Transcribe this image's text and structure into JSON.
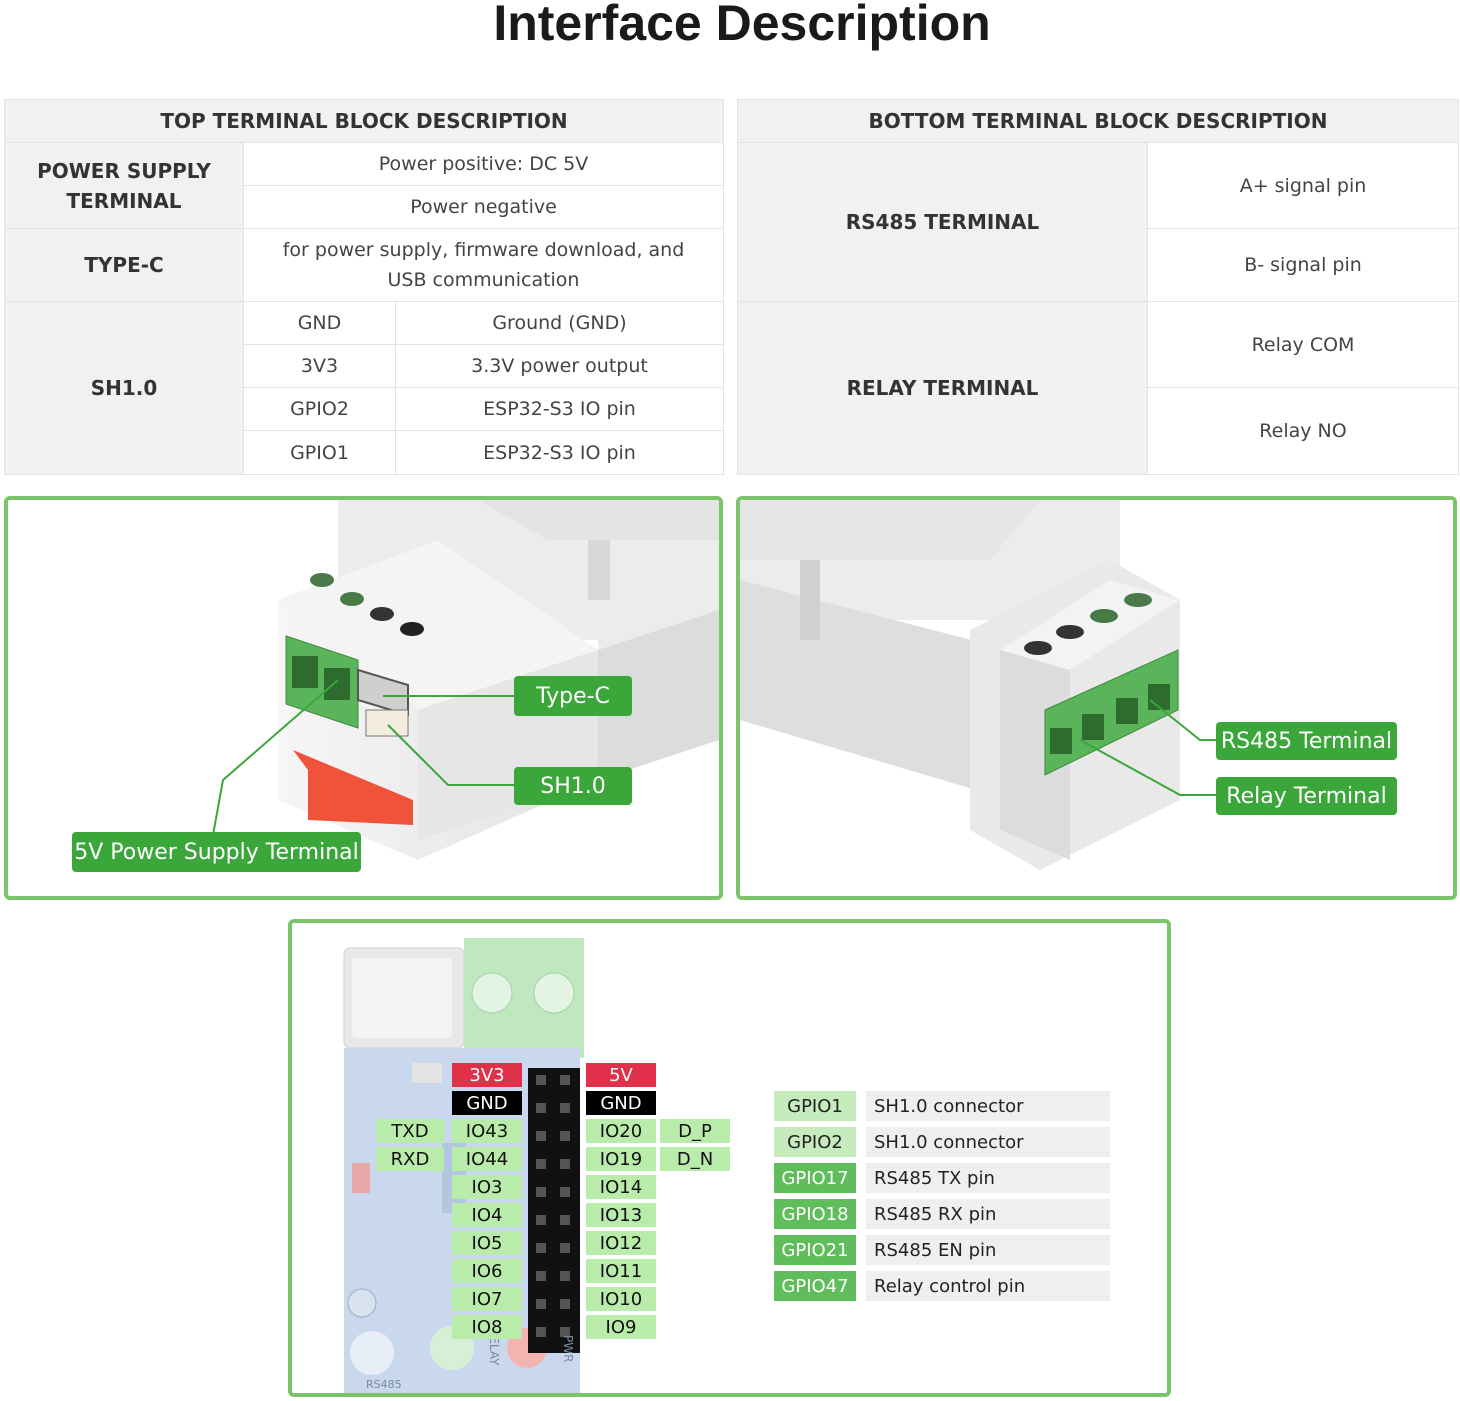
{
  "title": "Interface Description",
  "top_table": {
    "header": "TOP TERMINAL BLOCK DESCRIPTION",
    "power_label": "POWER SUPPLY TERMINAL",
    "power_positive": "Power positive: DC 5V",
    "power_negative": "Power negative",
    "typec_label": "TYPE-C",
    "typec_desc": "for power supply, firmware download, and USB communication",
    "sh_label": "SH1.0",
    "sh_rows": [
      {
        "pin": "GND",
        "desc": "Ground (GND)"
      },
      {
        "pin": "3V3",
        "desc": "3.3V power output"
      },
      {
        "pin": "GPIO2",
        "desc": "ESP32-S3 IO pin"
      },
      {
        "pin": "GPIO1",
        "desc": "ESP32-S3 IO pin"
      }
    ]
  },
  "bottom_table": {
    "header": "BOTTOM TERMINAL BLOCK DESCRIPTION",
    "rs485_label": "RS485 TERMINAL",
    "rs485_a": "A+ signal pin",
    "rs485_b": "B- signal pin",
    "relay_label": "RELAY TERMINAL",
    "relay_com": "Relay COM",
    "relay_no": "Relay NO"
  },
  "top_callouts": {
    "typec": "Type-C",
    "sh": "SH1.0",
    "power": "5V Power Supply Terminal"
  },
  "bottom_callouts": {
    "rs485": "RS485 Terminal",
    "relay": "Relay Terminal"
  },
  "pinout": {
    "left_func": [
      "TXD",
      "RXD"
    ],
    "left_pins": [
      "3V3",
      "GND",
      "IO43",
      "IO44",
      "IO3",
      "IO4",
      "IO5",
      "IO6",
      "IO7",
      "IO8"
    ],
    "right_pins": [
      "5V",
      "GND",
      "IO20",
      "IO19",
      "IO14",
      "IO13",
      "IO12",
      "IO11",
      "IO10",
      "IO9"
    ],
    "right_func": [
      "D_P",
      "D_N"
    ],
    "board_labels": {
      "relay": "RELAY",
      "pwr": "PWR",
      "rs485": "RS485"
    }
  },
  "gpio_table": [
    {
      "gpio": "GPIO1",
      "desc": "SH1.0 connector"
    },
    {
      "gpio": "GPIO2",
      "desc": "SH1.0 connector"
    },
    {
      "gpio": "GPIO17",
      "desc": "RS485 TX pin"
    },
    {
      "gpio": "GPIO18",
      "desc": "RS485 RX pin"
    },
    {
      "gpio": "GPIO21",
      "desc": "RS485 EN pin"
    },
    {
      "gpio": "GPIO47",
      "desc": "Relay control pin"
    }
  ],
  "colors": {
    "accent_green": "#3ba63a",
    "panel_border": "#7cc46a",
    "pin_green": "#b9ecaa",
    "pin_red": "#e0304a",
    "terminal_green": "#5ab55a"
  }
}
